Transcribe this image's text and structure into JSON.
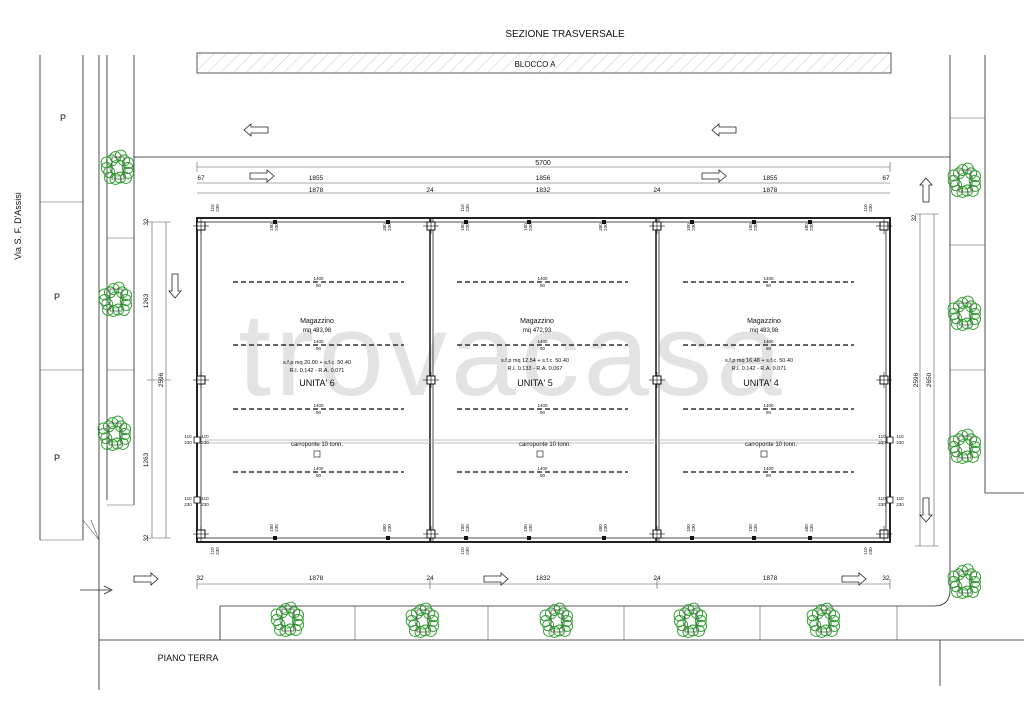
{
  "titles": {
    "section": "SEZIONE TRASVERSALE",
    "block": "BLOCCO A",
    "floor": "PIANO TERRA",
    "street": "Via S. F. D'Assisi"
  },
  "parking_label": "P",
  "dimensions": {
    "total": "5700",
    "top_row1": [
      "67",
      "1855",
      "1856",
      "1855",
      "67"
    ],
    "row2": [
      "1878",
      "24",
      "1832",
      "24",
      "1878"
    ],
    "ends": "32",
    "vertical_total": "2596",
    "vertical_outer": "2650",
    "vertical_half": "1263",
    "vertical_end": "32",
    "beam_len": "1400",
    "beam_sec": "90",
    "column": [
      "110",
      "230"
    ],
    "col_small": [
      "100",
      "230"
    ],
    "col_mid": [
      "480",
      "230"
    ]
  },
  "units": [
    {
      "label": "UNITA' 6",
      "name": "Magazzino",
      "area": "mq 483,98",
      "sfp": "s.f.p mq 20.00 + s.f.c. 50.40",
      "ratio": "R.I. 0.142 - R.A. 0.071",
      "crane": "carroponte 10 tonn."
    },
    {
      "label": "UNITA' 5",
      "name": "Magazzino",
      "area": "mq 472,93",
      "sfp": "s.f.p mq 12.54 + s.f.c. 50.40",
      "ratio": "R.I. 0.133 - R.A. 0.067",
      "crane": "carroponte 10 tonn."
    },
    {
      "label": "UNITA' 4",
      "name": "Magazzino",
      "area": "mq 483,98",
      "sfp": "s.f.p mq 16.48 + s.f.c. 50.40",
      "ratio": "R.I. 0.142 - R.A. 0.071",
      "crane": "carroponte 10 tonn."
    }
  ],
  "watermark": "trovacasa",
  "icons": {
    "arrow": "arrow-icon",
    "tree": "tree-icon",
    "pillar": "pillar-icon"
  }
}
